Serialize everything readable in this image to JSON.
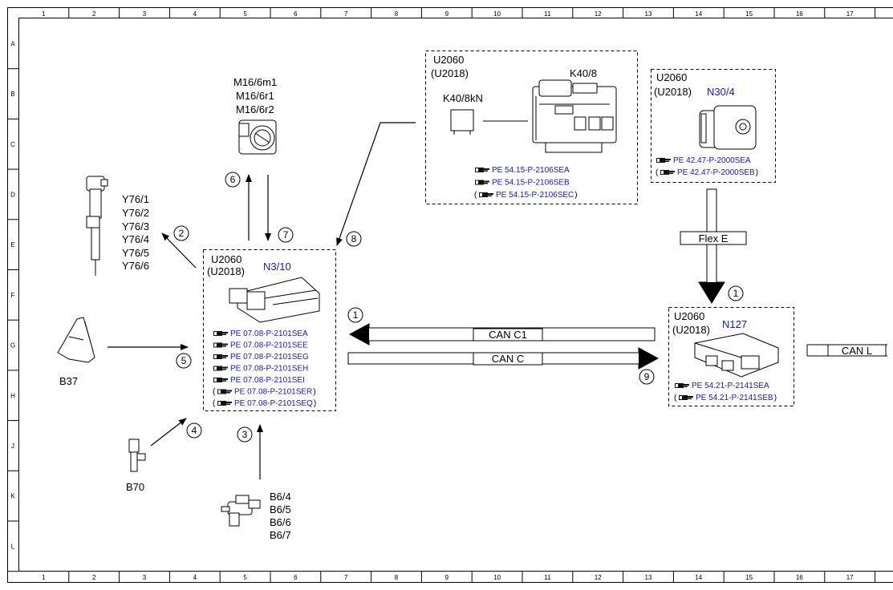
{
  "grid": {
    "columns": [
      "1",
      "2",
      "3",
      "4",
      "5",
      "6",
      "7",
      "8",
      "9",
      "10",
      "11",
      "12",
      "13",
      "14",
      "15",
      "16",
      "17"
    ],
    "rows": [
      "A",
      "B",
      "C",
      "D",
      "E",
      "F",
      "G",
      "H",
      "J",
      "K",
      "L"
    ]
  },
  "n310": {
    "line1": "U2060",
    "line2": "(U2018)",
    "name": "N3/10",
    "refs": [
      "PE 07.08-P-2101SEA",
      "PE 07.08-P-2101SEE",
      "PE 07.08-P-2101SEG",
      "PE 07.08-P-2101SEH",
      "PE 07.08-P-2101SEI",
      "PE 07.08-P-2101SER",
      "PE 07.08-P-2101SEQ"
    ]
  },
  "k408": {
    "line1": "U2060",
    "line2": "(U2018)",
    "name": "K40/8",
    "sub": "K40/8kN",
    "refs": [
      "PE 54.15-P-2106SEA",
      "PE 54.15-P-2106SEB",
      "PE 54.15-P-2106SEC"
    ]
  },
  "n304": {
    "line1": "U2060",
    "line2": "(U2018)",
    "name": "N30/4",
    "refs": [
      "PE 42.47-P-2000SEA",
      "PE 42.47-P-2000SEB"
    ]
  },
  "n127": {
    "line1": "U2060",
    "line2": "(U2018)",
    "name": "N127",
    "refs": [
      "PE 54.21-P-2141SEA",
      "PE 54.21-P-2141SEB"
    ]
  },
  "m16": [
    "M16/6m1",
    "M16/6r1",
    "M16/6r2"
  ],
  "y76": [
    "Y76/1",
    "Y76/2",
    "Y76/3",
    "Y76/4",
    "Y76/5",
    "Y76/6"
  ],
  "b6": [
    "B6/4",
    "B6/5",
    "B6/6",
    "B6/7"
  ],
  "b37": "B37",
  "b70": "B70",
  "buses": {
    "can_c1": "CAN C1",
    "can_c": "CAN C",
    "flex_e": "Flex E",
    "can_l": "CAN L"
  },
  "callouts": {
    "c1a": "1",
    "c1b": "1",
    "c2": "2",
    "c3": "3",
    "c4": "4",
    "c5": "5",
    "c6": "6",
    "c7": "7",
    "c8": "8",
    "c9": "9"
  },
  "colors": {
    "accent_blue": "#1a1aa8",
    "line": "#000000"
  }
}
